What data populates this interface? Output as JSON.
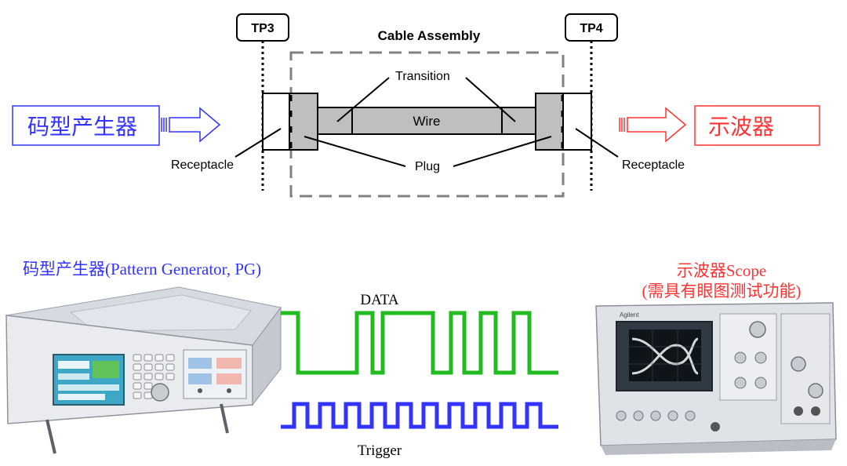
{
  "labels": {
    "tp3": "TP3",
    "tp4": "TP4",
    "cable_assembly": "Cable Assembly",
    "transition": "Transition",
    "wire": "Wire",
    "plug": "Plug",
    "receptacle_left": "Receptacle",
    "receptacle_right": "Receptacle",
    "pattern_generator_box": "码型产生器",
    "scope_box": "示波器",
    "pg_caption": "码型产生器(Pattern Generator, PG)",
    "scope_caption_line1": "示波器Scope",
    "scope_caption_line2": "(需具有眼图测试功能)",
    "data_signal": "DATA",
    "trigger_signal": "Trigger",
    "device_brand": "Agilent"
  },
  "colors": {
    "pg_blue": "#3333ff",
    "scope_red": "#ff3333",
    "data_green": "#22bb22",
    "trigger_blue": "#3333ff",
    "connector_gray": "#bfbfbf",
    "dash_gray": "#808080"
  },
  "icons": {
    "pg_arrow": "hollow-right-arrow",
    "scope_arrow": "hollow-right-arrow",
    "pg_device": "pattern-generator-instrument",
    "scope_device": "oscilloscope-instrument"
  }
}
